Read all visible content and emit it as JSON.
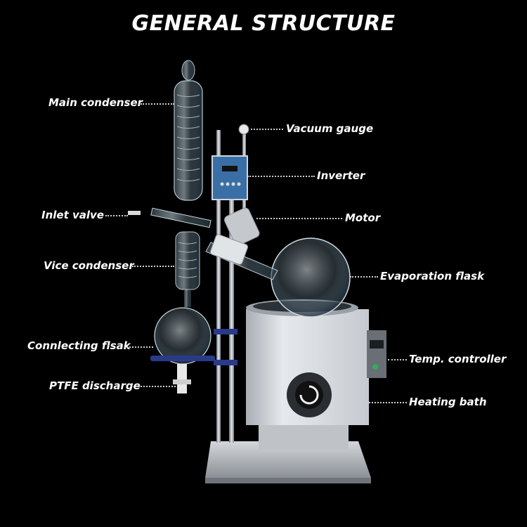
{
  "title": "GENERAL STRUCTURE",
  "labels": {
    "main_condenser": "Main condenser",
    "inlet_valve": "Inlet valve",
    "vice_condenser": "Vice condenser",
    "collecting_flask": "Connlecting flsak",
    "ptfe_discharge": "PTFE discharge",
    "vacuum_gauge": "Vacuum gauge",
    "inverter": "Inverter",
    "motor": "Motor",
    "evaporation_flask": "Evaporation flask",
    "temp_controller": "Temp. controller",
    "heating_bath": "Heating bath"
  },
  "colors": {
    "background": "#000000",
    "text": "#ffffff",
    "bath_body": "#d9dde2",
    "steel": "#b8bcc2",
    "glass": "#8fb3c9",
    "clamp_blue": "#2a3a8a",
    "panel_blue": "#3a6fa6"
  }
}
